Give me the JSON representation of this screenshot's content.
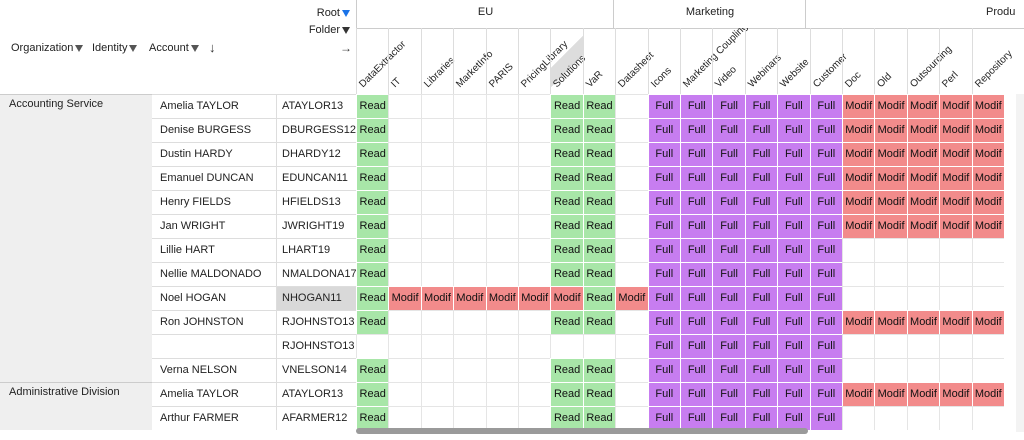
{
  "header": {
    "root_label": "Root",
    "folder_label": "Folder",
    "dims": [
      "Organization",
      "Identity",
      "Account"
    ],
    "sort_glyph": "↓",
    "expand_glyph": "→"
  },
  "col_groups": [
    {
      "label": "EU"
    },
    {
      "label": "Marketing"
    },
    {
      "label": "Produ"
    }
  ],
  "columns": [
    "DataExtractor",
    "IT",
    "Libraries",
    "MarketInfo",
    "PARIS",
    "PricingLibrary",
    "Solutions",
    "VaR",
    "Datasheet",
    "Icons",
    "Marketing Coupling",
    "Video",
    "Webinars",
    "Website",
    "Customer",
    "Doc",
    "Old",
    "Outsourcing",
    "Perl",
    "Repository"
  ],
  "legend": {
    "R": {
      "text": "Read",
      "color": "#a8e6a8"
    },
    "F": {
      "text": "Full",
      "color": "#c77df0"
    },
    "M": {
      "text": "Modif",
      "color": "#f28b8b"
    }
  },
  "organizations": [
    {
      "name": "Accounting Service",
      "first_row": 0,
      "row_count": 12
    },
    {
      "name": "Administrative Division",
      "first_row": 12,
      "row_count": 2
    }
  ],
  "rows": [
    {
      "identity": "Amelia TAYLOR",
      "account": "ATAYLOR13",
      "cells": "R.....RR.FFFFFFMMMMMMM"
    },
    {
      "identity": "Denise BURGESS",
      "account": "DBURGESS12",
      "cells": "R.....RR.FFFFFFMMMMMMM"
    },
    {
      "identity": "Dustin HARDY",
      "account": "DHARDY12",
      "cells": "R.....RR.FFFFFFMMMMMMM"
    },
    {
      "identity": "Emanuel DUNCAN",
      "account": "EDUNCAN11",
      "cells": "R.....RR.FFFFFFMMMMMMM"
    },
    {
      "identity": "Henry FIELDS",
      "account": "HFIELDS13",
      "cells": "R.....RR.FFFFFFMMMMMMM"
    },
    {
      "identity": "Jan WRIGHT",
      "account": "JWRIGHT19",
      "cells": "R.....RR.FFFFFFMMMMMMM"
    },
    {
      "identity": "Lillie HART",
      "account": "LHART19",
      "cells": "R.....RR.FFFFFF......."
    },
    {
      "identity": "Nellie MALDONADO",
      "account": "NMALDONA17",
      "cells": "R.....RR.FFFFFF......."
    },
    {
      "identity": "Noel HOGAN",
      "account": "NHOGAN11",
      "cells": "RMMMMMMRMFFFFFF.......",
      "selected": true
    },
    {
      "identity": "Ron JOHNSTON",
      "account": "RJOHNSTO13",
      "cells": "R.....RR.FFFFFFMMMMMMM"
    },
    {
      "identity": "",
      "account": "RJOHNSTO13",
      "cells": ".........FFFFFF......."
    },
    {
      "identity": "Verna NELSON",
      "account": "VNELSON14",
      "cells": "R.....RR.FFFFFF......."
    },
    {
      "identity": "Amelia TAYLOR",
      "account": "ATAYLOR13",
      "cells": "R.....RR.FFFFFFMMMMMMM"
    },
    {
      "identity": "Arthur FARMER",
      "account": "AFARMER12",
      "cells": "R.....RR.FFFFFF......."
    }
  ]
}
